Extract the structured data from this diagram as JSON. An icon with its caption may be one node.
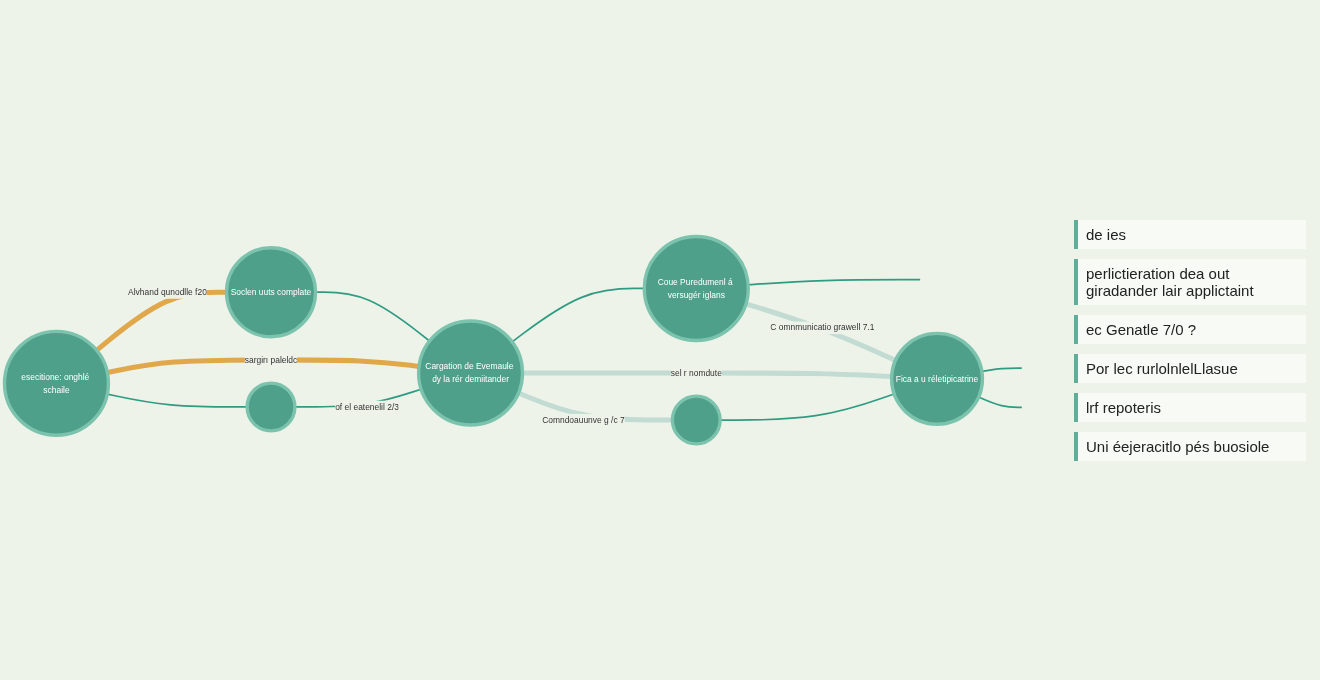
{
  "diagram": {
    "nodes": [
      {
        "text": [
          "Soclen uuts complate"
        ]
      },
      {
        "text": [
          "Coue Puredumenl á versugér iglans"
        ]
      },
      {
        "text": [
          "esecitione: onghlé schaile"
        ]
      },
      {
        "text": [
          "Cargation de Evemaule dy la rér demiitander"
        ]
      },
      {
        "text": [
          "Fica a u réletipicatrine"
        ]
      },
      {
        "text": [],
        "shape": "circle"
      },
      {
        "text": [],
        "shape": "circle"
      }
    ],
    "edges": [
      {
        "from": 2,
        "to": 0,
        "arrow": "none",
        "label": "Alvhand qunodlle f20",
        "style": "thick",
        "color": "#e0a84a"
      },
      {
        "from": 0,
        "to": 3,
        "arrow": "none"
      },
      {
        "from": 2,
        "to": 3,
        "arrow": "none",
        "label": "sargirı paleldc",
        "style": "thick",
        "color": "#e0a84a"
      },
      {
        "from": 3,
        "to": 1,
        "arrow": "none"
      },
      {
        "from": 1,
        "to": null,
        "arrow": "none"
      },
      {
        "from": 3,
        "to": 4,
        "arrow": "none",
        "label": "sel r nomdute",
        "style": "thick",
        "color": "#c2dcd3"
      },
      {
        "from": 1,
        "to": 4,
        "arrow": "none",
        "label": "C omnmunicatio grawell 7.1",
        "style": "thick",
        "color": "#c2dcd3"
      },
      {
        "from": 2,
        "to": 5,
        "arrow": "none"
      },
      {
        "from": 5,
        "to": 3,
        "arrow": "none",
        "label": "of el eatenelil 2/3"
      },
      {
        "from": 3,
        "to": 6,
        "arrow": "none",
        "label": "Comndoauunve g /c 7",
        "style": "thick",
        "color": "#c2dcd3"
      },
      {
        "from": 6,
        "to": 4,
        "arrow": "none"
      },
      {
        "from": 4,
        "to": null,
        "arrow": "none"
      },
      {
        "from": 4,
        "to": null,
        "arrow": "none"
      }
    ],
    "labels": [
      "de ies",
      "perlictieration dea out giradander lair applictaint",
      "ec Genatle 7/0 ?",
      "Por lec rurlolnlelLlasue",
      "lrf repoteris",
      "Uni éejeracitlo pés buosiole"
    ]
  }
}
